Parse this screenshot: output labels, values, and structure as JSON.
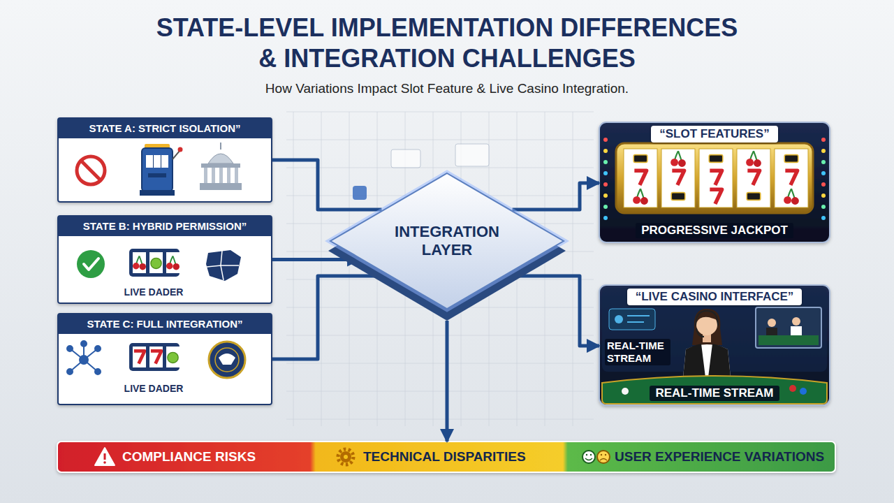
{
  "diagram": {
    "title": "STATE-LEVEL IMPLEMENTATION DIFFERENCES & INTEGRATION CHALLENGES",
    "caption": "How Variations Impact Slot Feature & Live Casino Integration.",
    "nodes": [
      {
        "text": [
          "STATE A: STRICT ISOLATION”"
        ]
      },
      {
        "text": [
          "STATE B: HYBRID PERMISSION”",
          "LIVE DADER"
        ]
      },
      {
        "text": [
          "STATE C: FULL INTEGRATION”",
          "LIVE DADER"
        ]
      },
      {
        "text": [
          "INTEGRATION LAYER"
        ]
      },
      {
        "text": [
          "“SLOT FEATURES”",
          "PROGRESSIVE JACKPOT"
        ]
      },
      {
        "text": [
          "“LIVE CASINO INTERFACE”",
          "REAL-TIME STREAM",
          "REAL-TIME STREAM"
        ]
      },
      {
        "text": [
          "COMPLIANCE RISKS"
        ]
      },
      {
        "text": [
          "TECHNICAL DISPARITIES"
        ]
      },
      {
        "text": [
          "USER EXPERIENCE VARIATIONS"
        ]
      }
    ],
    "edges": [
      {
        "from": 0,
        "to": 3,
        "arrow": "none"
      },
      {
        "from": 1,
        "to": 3,
        "arrow": "to"
      },
      {
        "from": 2,
        "to": 3,
        "arrow": "none"
      },
      {
        "from": 3,
        "to": 4,
        "arrow": "to"
      },
      {
        "from": 3,
        "to": 5,
        "arrow": "to"
      },
      {
        "from": 3,
        "to": 7,
        "arrow": "to"
      }
    ]
  }
}
